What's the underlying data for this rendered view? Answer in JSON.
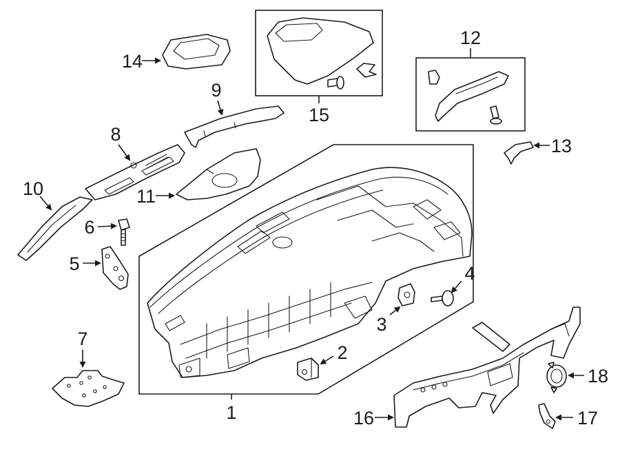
{
  "colors": {
    "ink": "#1a1a1a",
    "background": "#ffffff"
  },
  "callouts": {
    "c1": "1",
    "c2": "2",
    "c3": "3",
    "c4": "4",
    "c5": "5",
    "c6": "6",
    "c7": "7",
    "c8": "8",
    "c9": "9",
    "c10": "10",
    "c11": "11",
    "c12": "12",
    "c13": "13",
    "c14": "14",
    "c15": "15",
    "c16": "16",
    "c17": "17",
    "c18": "18"
  }
}
